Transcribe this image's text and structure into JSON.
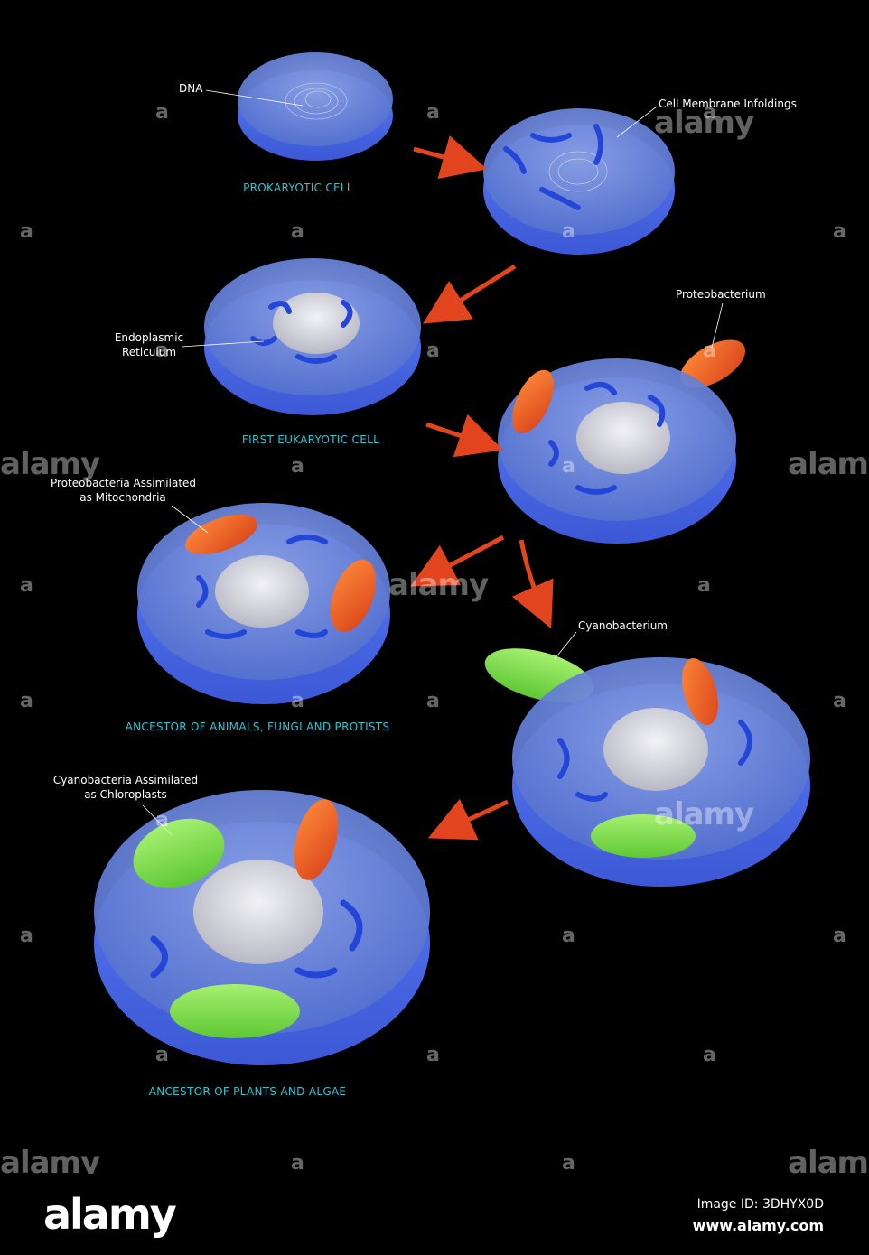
{
  "labels": {
    "dna": "DNA",
    "membrane_infoldings": "Cell Membrane Infoldings",
    "er_line1": "Endoplasmic",
    "er_line2": "Reticulum",
    "proteobacterium": "Proteobacterium",
    "mito_line1": "Proteobacteria Assimilated",
    "mito_line2": "as Mitochondria",
    "cyanobacterium": "Cyanobacterium",
    "chloro_line1": "Cyanobacteria Assimilated",
    "chloro_line2": "as Chloroplasts"
  },
  "captions": {
    "prokaryotic": "PROKARYOTIC CELL",
    "first_eukaryotic": "FIRST EUKARYOTIC CELL",
    "animals": "ANCESTOR OF ANIMALS, FUNGI  AND PROTISTS",
    "plants": "ANCESTOR OF PLANTS AND ALGAE"
  },
  "watermark": {
    "brand": "alamy",
    "mark": "a",
    "image_id": "Image ID: 3DHYX0D",
    "url": "www.alamy.com"
  },
  "colors": {
    "background": "#000000",
    "membrane": "#4f6fe0",
    "cytoplasm": "#6a86d8",
    "caption": "#2fc4cf",
    "arrow": "#e2451e",
    "mitochondrion": "#e85a20",
    "chloroplast": "#7ed84a",
    "nucleus": "#d8d8de"
  },
  "icons": [
    "arrow-icon",
    "cell-icon",
    "nucleus-icon",
    "mitochondrion-icon",
    "chloroplast-icon"
  ]
}
